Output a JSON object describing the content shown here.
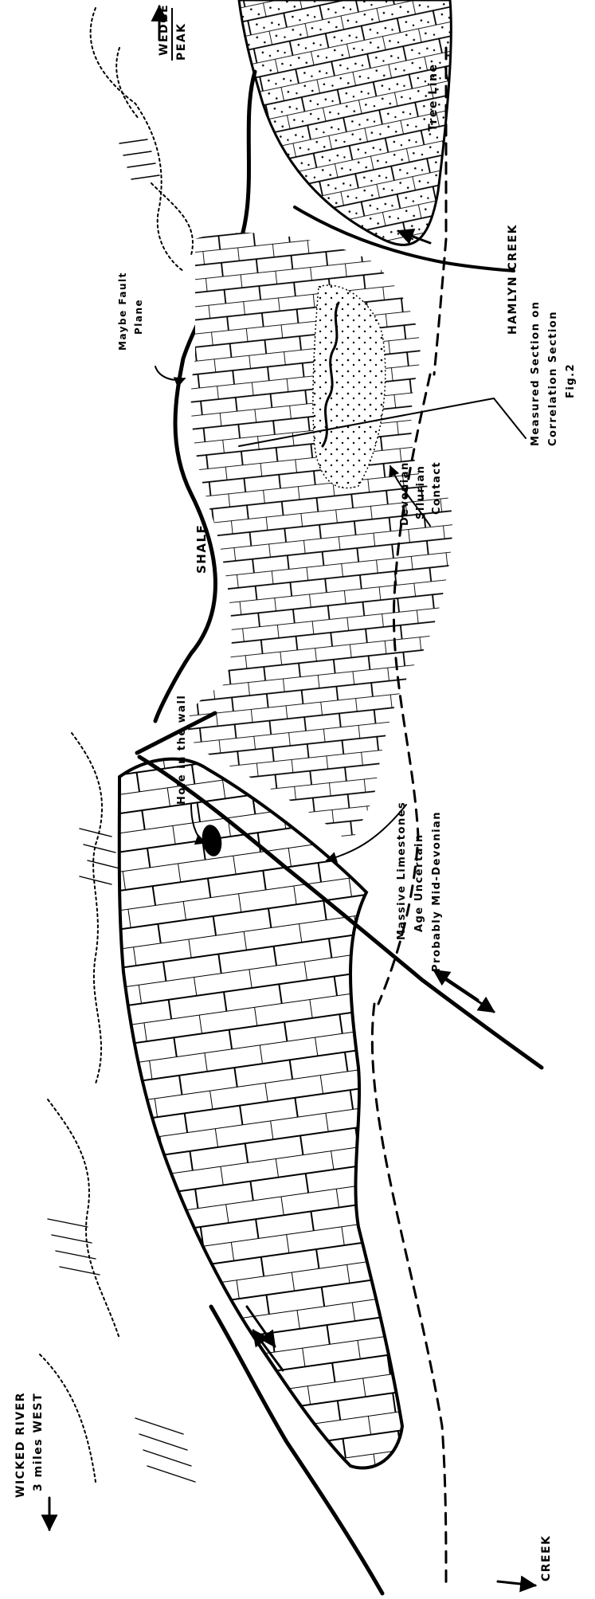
{
  "labels": {
    "wedge": "WEDGE",
    "peak": "PEAK",
    "tree_line": "Tree Line",
    "hamlyn_creek": "HAMLYN CREEK",
    "maybe_fault": "Maybe Fault",
    "plane": "Plane",
    "measured_1": "Measured Section on",
    "measured_2": "Correlation Section",
    "measured_3": "Fig.2",
    "devonian": "Devonian",
    "silurian": "Silurian",
    "contact": "Contact",
    "shale": "SHALE",
    "hole": "Hole in the wall",
    "massive_1": "Massive Limestones",
    "massive_2": "Age Uncertain",
    "massive_3": "Probably Mid-Devonian",
    "wicked_1": "WICKED RIVER",
    "wicked_2": "3 miles WEST",
    "creek": "CREEK"
  }
}
